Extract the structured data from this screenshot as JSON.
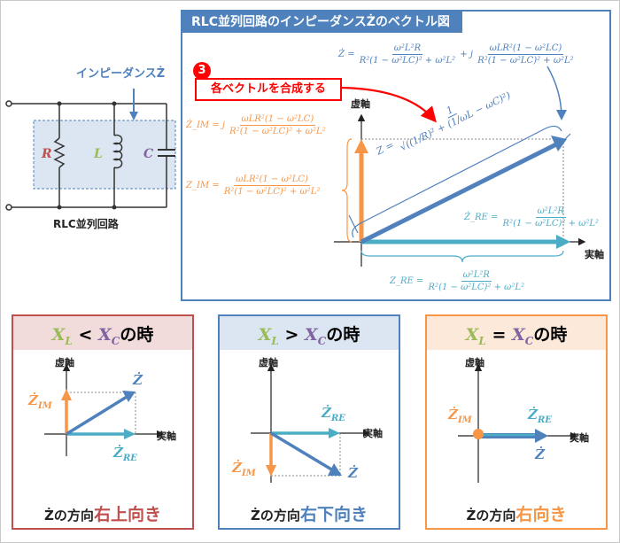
{
  "main_panel": {
    "title": "RLC並列回路のインピーダンスŻのベクトル図",
    "step_number": "3",
    "step_label": "各ベクトルを合成する",
    "axis_imag": "虚軸",
    "axis_real": "実軸",
    "eq_z_lhs": "Ż =",
    "eq_z_re_num": "ω²L²R",
    "eq_z_re_den": "R²(1 − ω²LC)² + ω²L²",
    "eq_z_plus_j": "+ j",
    "eq_z_im_num": "ωLR²(1 − ω²LC)",
    "eq_z_im_den": "R²(1 − ω²LC)² + ω²L²",
    "eq_zim_dot_lhs": "Ż_IM = j",
    "eq_zim_dot_num": "ωLR²(1 − ω²LC)",
    "eq_zim_dot_den": "R²(1 − ω²LC)² + ω²L²",
    "eq_zim_lhs": "Z_IM =",
    "eq_zim_num": "ωLR²(1 − ω²LC)",
    "eq_zim_den": "R²(1 − ω²LC)² + ω²L²",
    "eq_zmag_lhs": "Z =",
    "eq_zmag_num": "1",
    "eq_zmag_den": "√((1/R)² + (1/ωL − ωC)²)",
    "eq_zre_dot_lhs": "Ż_RE =",
    "eq_zre_dot_num": "ω²L²R",
    "eq_zre_dot_den": "R²(1 − ω²LC)² + ω²L²",
    "eq_zre_lhs": "Z_RE =",
    "eq_zre_num": "ω²L²R",
    "eq_zre_den": "R²(1 − ω²LC)² + ω²L²"
  },
  "circuit": {
    "impedance_label": "インピーダンスŻ",
    "r_label": "R",
    "l_label": "L",
    "c_label": "C",
    "caption": "RLC並列回路"
  },
  "case_boxes": [
    {
      "title_xl": "X",
      "title_xl_sub": "L",
      "title_op": " < ",
      "title_xc": "X",
      "title_xc_sub": "C",
      "title_suffix": "の時",
      "axis_imag": "虚軸",
      "axis_real": "実軸",
      "z_label": "Ż",
      "zim_label": "Ż",
      "zim_sub": "IM",
      "zre_label": "Ż",
      "zre_sub": "RE",
      "result_prefix": "Żの方向",
      "result_value": "右上向き",
      "color": "#c0504d"
    },
    {
      "title_xl": "X",
      "title_xl_sub": "L",
      "title_op": " > ",
      "title_xc": "X",
      "title_xc_sub": "C",
      "title_suffix": "の時",
      "axis_imag": "虚軸",
      "axis_real": "実軸",
      "z_label": "Ż",
      "zim_label": "Ż",
      "zim_sub": "IM",
      "zre_label": "Ż",
      "zre_sub": "RE",
      "result_prefix": "Żの方向",
      "result_value": "右下向き",
      "color": "#4f81bd"
    },
    {
      "title_xl": "X",
      "title_xl_sub": "L",
      "title_op": " = ",
      "title_xc": "X",
      "title_xc_sub": "C",
      "title_suffix": "の時",
      "axis_imag": "虚軸",
      "axis_real": "実軸",
      "z_label": "Ż",
      "zim_label": "Ż",
      "zim_sub": "IM",
      "zre_label": "Ż",
      "zre_sub": "RE",
      "result_prefix": "Żの方向",
      "result_value": "右向き",
      "color": "#f79646"
    }
  ],
  "colors": {
    "blue": "#4f81bd",
    "orange": "#f79646",
    "teal": "#4bacc6",
    "green": "#9bbb59",
    "purple": "#8064a2",
    "red": "#ff0000",
    "light_blue_fill": "#dce6f2"
  }
}
